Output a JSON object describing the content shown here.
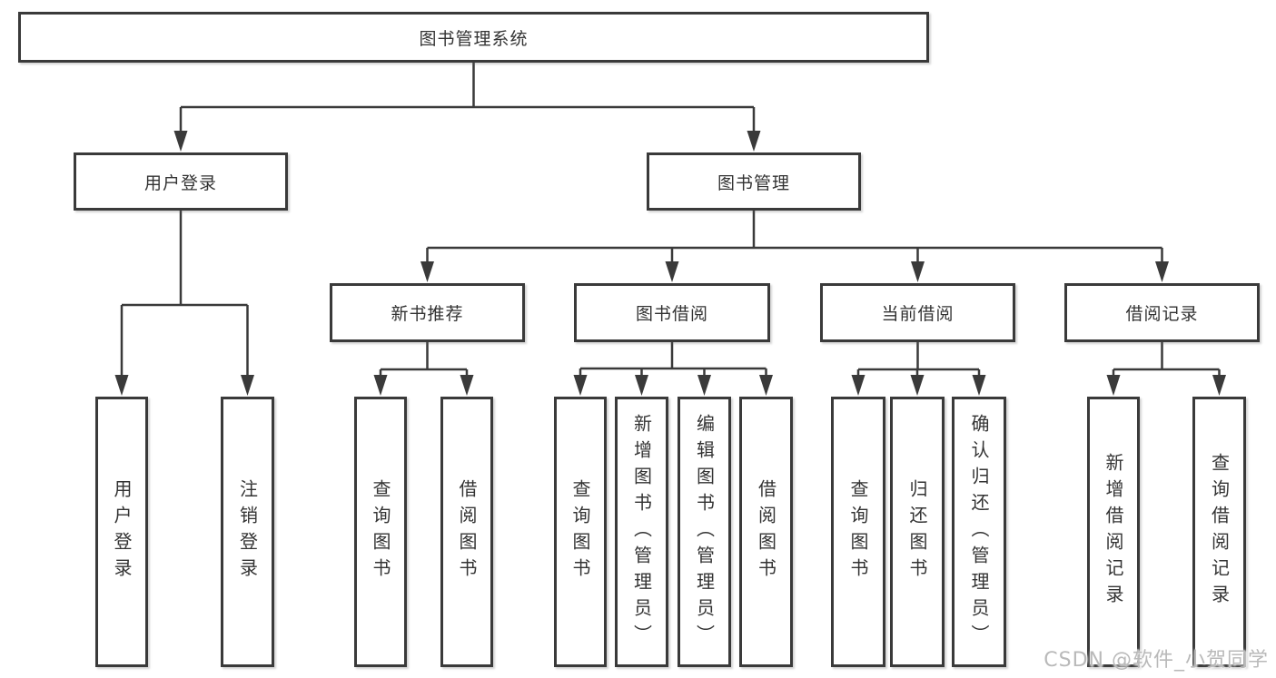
{
  "diagram": {
    "title": "图书管理系统",
    "groups": [
      {
        "label": "用户登录",
        "children": [
          "用户登录",
          "注销登录"
        ]
      },
      {
        "label": "图书管理",
        "sections": [
          {
            "label": "新书推荐",
            "children": [
              "查询图书",
              "借阅图书"
            ]
          },
          {
            "label": "图书借阅",
            "children": [
              "查询图书",
              "新增图书（管理员）",
              "编辑图书（管理员）",
              "借阅图书"
            ]
          },
          {
            "label": "当前借阅",
            "children": [
              "查询图书",
              "归还图书",
              "确认归还（管理员）"
            ]
          },
          {
            "label": "借阅记录",
            "children": [
              "新增借阅记录",
              "查询借阅记录"
            ]
          }
        ]
      }
    ]
  },
  "watermark": "CSDN @软件_小贺同学",
  "colors": {
    "line": "#3a3a3a",
    "box_border": "#3a3a3a",
    "text": "#333333",
    "watermark": "#b9b9b9",
    "background": "#ffffff"
  }
}
